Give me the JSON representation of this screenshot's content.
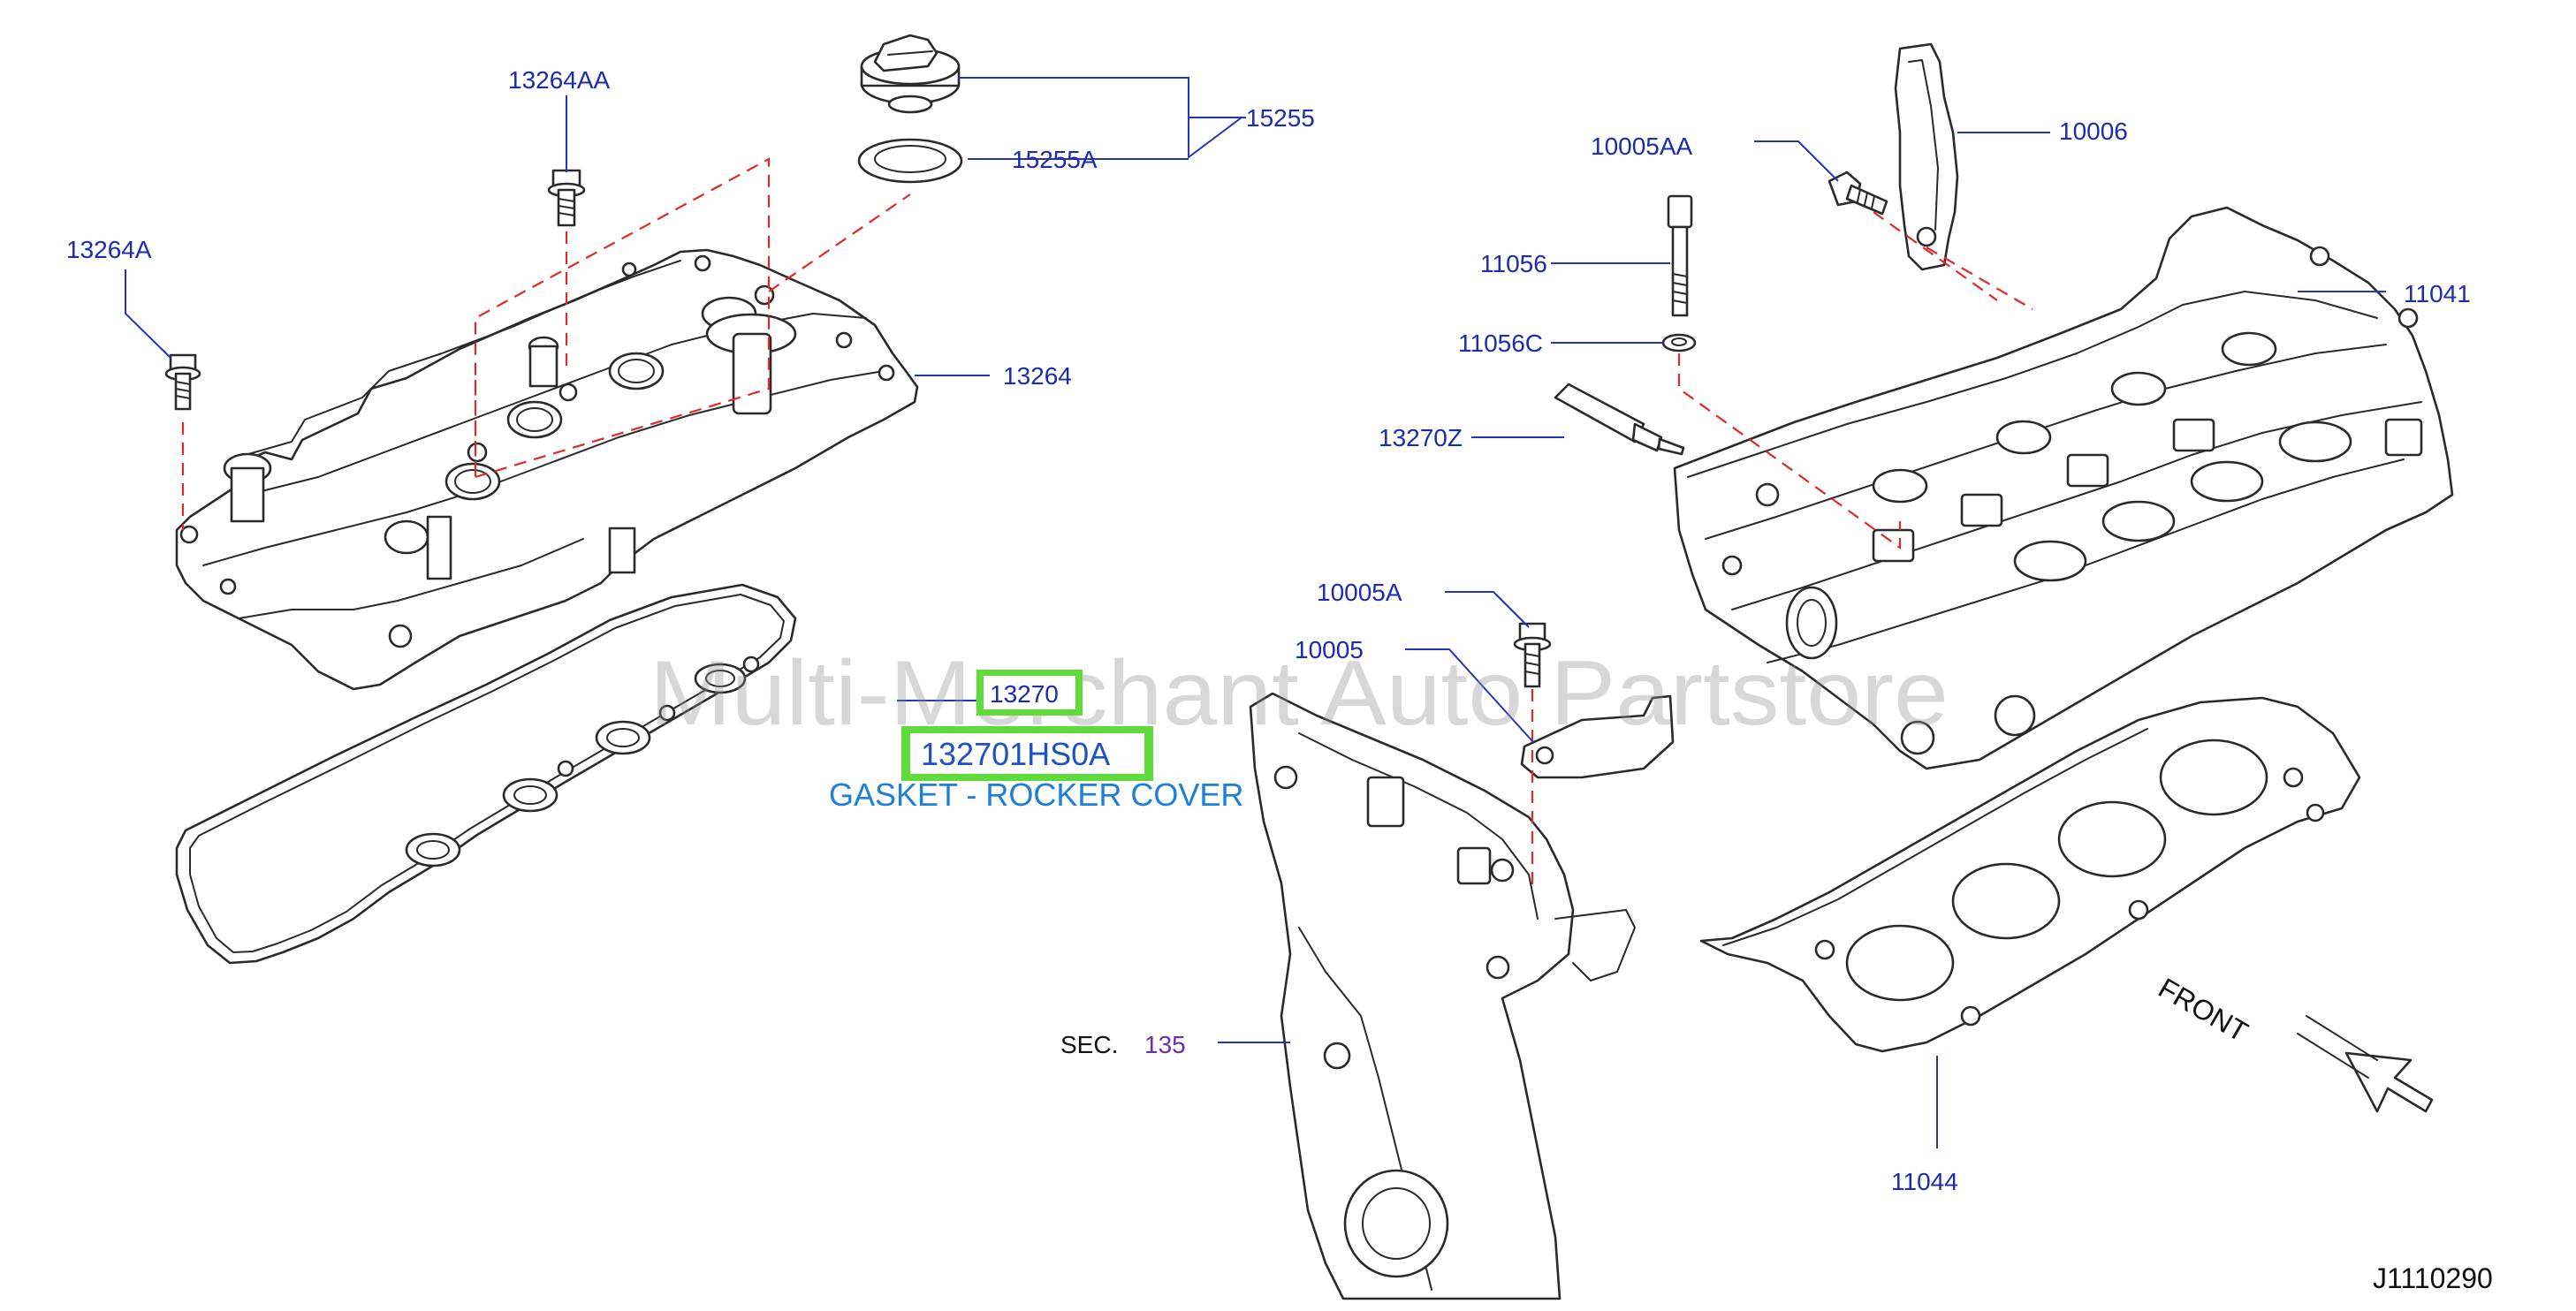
{
  "callouts": {
    "c13264AA": "13264AA",
    "c13264A": "13264A",
    "c15255": "15255",
    "c15255A": "15255A",
    "c13264": "13264",
    "c13270": "13270",
    "c10005AA": "10005AA",
    "c10006": "10006",
    "c11056": "11056",
    "c11041": "11041",
    "c11056C": "11056C",
    "c13270Z": "13270Z",
    "c10005A": "10005A",
    "c10005": "10005",
    "c11044": "11044",
    "sec_label": "SEC.",
    "sec_number": "135"
  },
  "highlight": {
    "part_number": "132701HS0A",
    "description": "GASKET - ROCKER COVER"
  },
  "front_label": "FRONT",
  "diagram_code": "J1110290",
  "watermark": "Multi-Merchant Auto Partstore",
  "colors": {
    "callout_text": "#1c2bb0",
    "leader_line": "#2535b8",
    "dashed_line": "#e02a2a",
    "highlight_green": "#5fdc3c",
    "description_text": "#1e7fd8"
  }
}
